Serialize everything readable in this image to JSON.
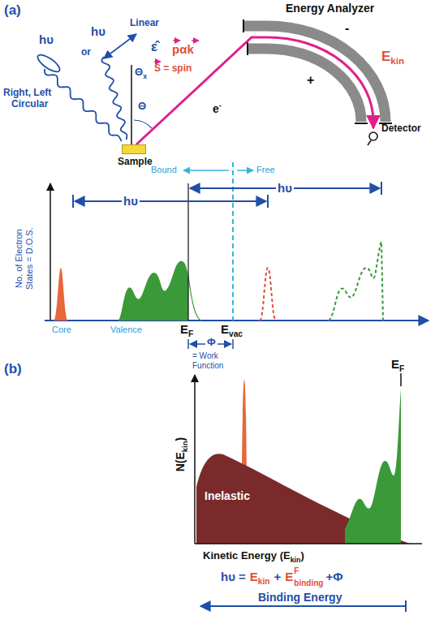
{
  "diagram": {
    "nodes": [
      {
        "text": [
          "Sample"
        ]
      }
    ],
    "labels": [
      "(a)",
      "Energy Analyzer",
      "Linear",
      "hυ",
      "ε̂",
      "hυ",
      "Right, Left",
      "Circular",
      "or",
      "Θx",
      "Θ",
      "pαk",
      "S = spin",
      "e-",
      "Ekin",
      "-",
      "+",
      "Detector",
      "Bound",
      "Free",
      "hυ",
      "hυ",
      "No. of Electron States = D.O.S.",
      "Core",
      "Valence",
      "EF",
      "Evac",
      "Φ",
      "= Work Function",
      "(b)",
      "Inelastic",
      "EF",
      "N(Ekin)",
      "Kinetic Energy (Ekin)",
      "hυ =",
      "Ekin",
      "+",
      "E",
      "F",
      "binding",
      "+Φ",
      "Binding Energy"
    ]
  }
}
